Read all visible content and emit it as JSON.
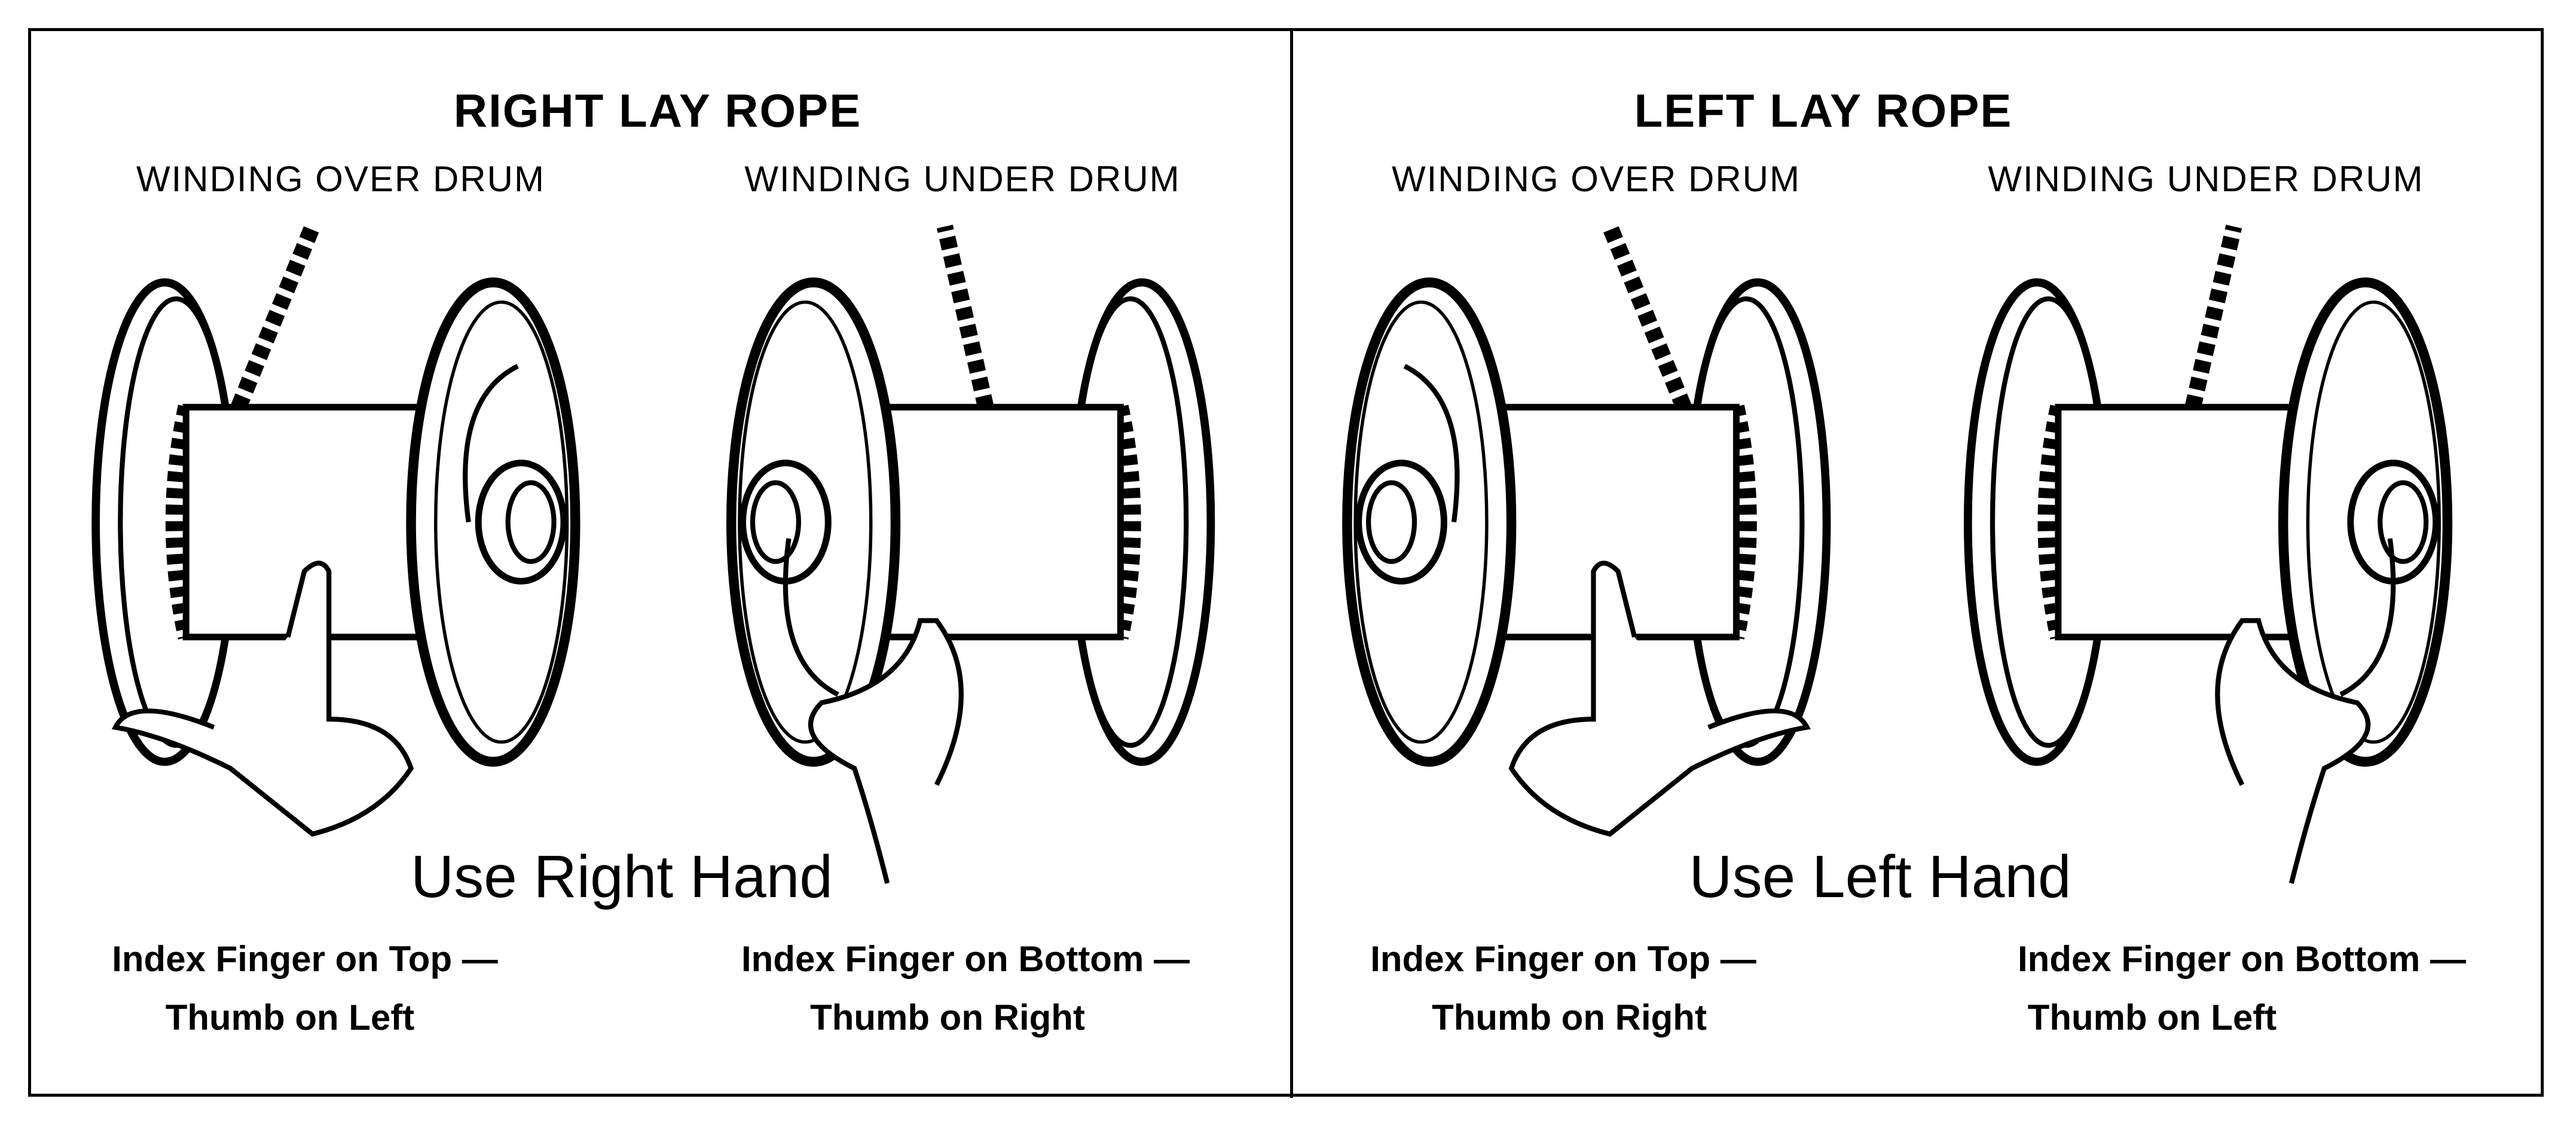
{
  "panels": [
    {
      "title": "RIGHT LAY ROPE",
      "left_sub": "WINDING OVER DRUM",
      "right_sub": "WINDING UNDER DRUM",
      "hand": "Use Right Hand",
      "left_instr_1": "Index Finger on Top —",
      "left_instr_2": "Thumb on Left",
      "right_instr_1": "Index Finger on Bottom —",
      "right_instr_2": "Thumb on Right"
    },
    {
      "title": "LEFT LAY ROPE",
      "left_sub": "WINDING OVER DRUM",
      "right_sub": "WINDING UNDER DRUM",
      "hand": "Use Left Hand",
      "left_instr_1": "Index Finger on Top —",
      "left_instr_2": "Thumb on Right",
      "right_instr_1": "Index Finger on Bottom —",
      "right_instr_2": "Thumb on Left"
    }
  ],
  "colors": {
    "ink": "#000000",
    "paper": "#ffffff"
  }
}
